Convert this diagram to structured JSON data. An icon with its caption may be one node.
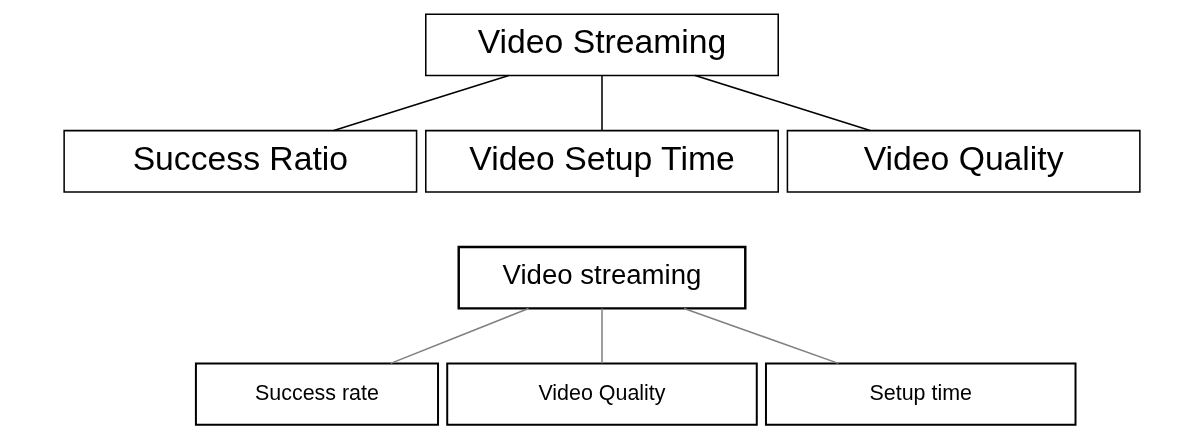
{
  "diagram": {
    "nodes": [
      {
        "text": [
          "Video Streaming"
        ]
      },
      {
        "text": [
          "Success Ratio"
        ]
      },
      {
        "text": [
          "Video Setup Time"
        ]
      },
      {
        "text": [
          "Video Quality"
        ]
      },
      {
        "text": [
          "Video streaming"
        ]
      },
      {
        "text": [
          "Success rate"
        ]
      },
      {
        "text": [
          "Video Quality"
        ]
      },
      {
        "text": [
          "Setup time"
        ]
      }
    ],
    "edges": [
      {
        "from": 0,
        "to": 1,
        "arrow": "none"
      },
      {
        "from": 0,
        "to": 2,
        "arrow": "none"
      },
      {
        "from": 0,
        "to": 3,
        "arrow": "none"
      },
      {
        "from": 4,
        "to": 5,
        "arrow": "none",
        "color": "#808080"
      },
      {
        "from": 4,
        "to": 6,
        "arrow": "none",
        "color": "#808080"
      },
      {
        "from": 4,
        "to": 7,
        "arrow": "none",
        "color": "#808080"
      }
    ]
  }
}
